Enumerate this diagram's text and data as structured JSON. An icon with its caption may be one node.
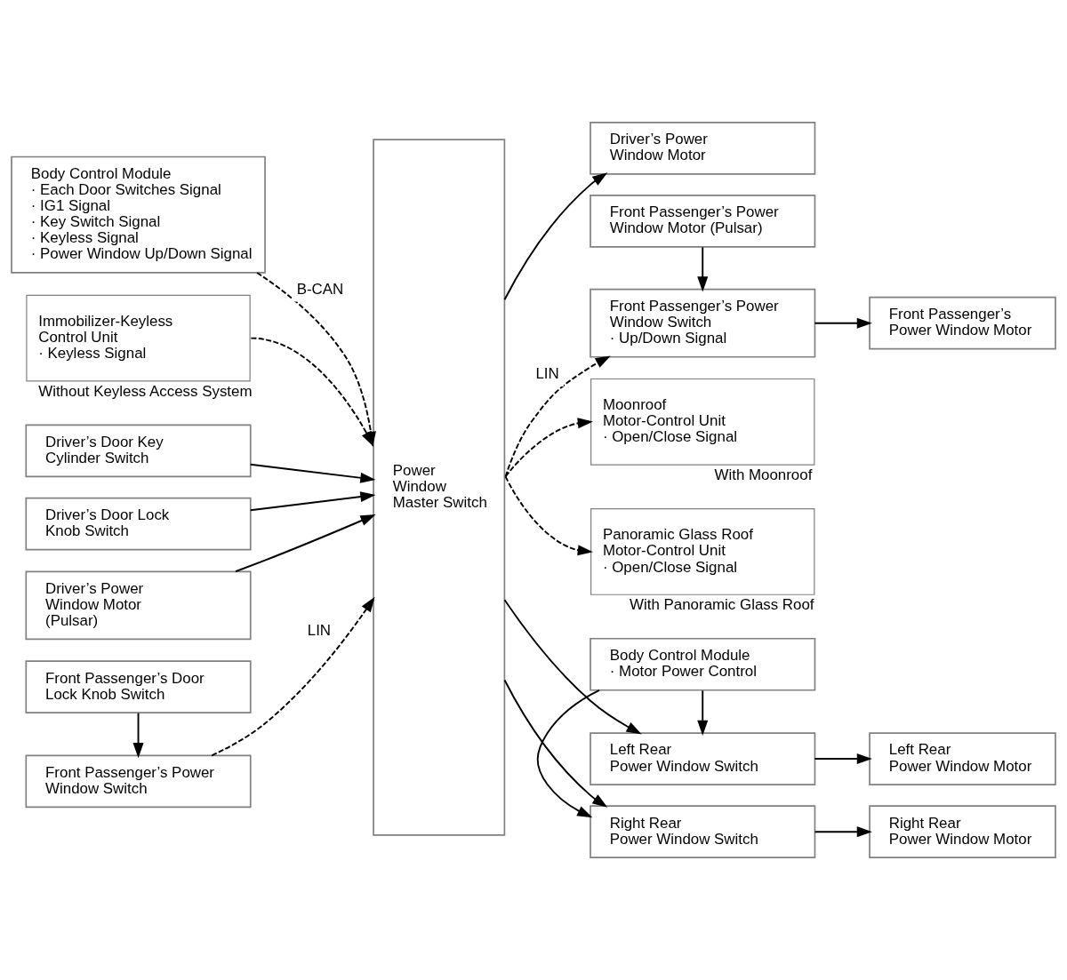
{
  "diagram": {
    "nodes": [
      {
        "text": [
          "Body Control Module",
          "· Each Door Switches Signal",
          "· IG1 Signal",
          "· Key Switch Signal",
          "· Keyless Signal",
          "· Power Window Up/Down Signal"
        ]
      },
      {
        "text": [
          "Immobilizer-Keyless Control Unit",
          "· Keyless Signal"
        ],
        "beside": [
          "Without Keyless Access System"
        ]
      },
      {
        "text": [
          "Driver’s Door Key Cylinder Switch"
        ]
      },
      {
        "text": [
          "Driver’s Door Lock Knob Switch"
        ]
      },
      {
        "text": [
          "Driver’s Power Window Motor (Pulsar)"
        ]
      },
      {
        "text": [
          "Front Passenger’s Door Lock Knob Switch"
        ]
      },
      {
        "text": [
          "Front Passenger’s Power Window Switch"
        ]
      },
      {
        "text": [
          "Power Window Master Switch"
        ]
      },
      {
        "text": [
          "Driver’s Power Window Motor"
        ]
      },
      {
        "text": [
          "Front Passenger’s Power Window Motor (Pulsar)"
        ]
      },
      {
        "text": [
          "Front Passenger’s Power Window Switch",
          "· Up/Down Signal"
        ]
      },
      {
        "text": [
          "Front Passenger’s Power Window Motor"
        ]
      },
      {
        "text": [
          "Moonroof Motor-Control Unit",
          "· Open/Close Signal"
        ],
        "beside": [
          "With Moonroof"
        ]
      },
      {
        "text": [
          "Panoramic Glass Roof Motor-Control Unit",
          "· Open/Close Signal"
        ],
        "beside": [
          "With Panoramic Glass Roof"
        ]
      },
      {
        "text": [
          "Body Control Module",
          "· Motor Power Control"
        ]
      },
      {
        "text": [
          "Left Rear Power Window Switch"
        ]
      },
      {
        "text": [
          "Left Rear Power Window Motor"
        ]
      },
      {
        "text": [
          "Right Rear Power Window Switch"
        ]
      },
      {
        "text": [
          "Right Rear Power Window Motor"
        ]
      }
    ],
    "edges": [
      {
        "from": 0,
        "to": 7,
        "arrow": "to",
        "style": "dashed",
        "label": "B-CAN"
      },
      {
        "from": 1,
        "to": 7,
        "arrow": "to",
        "style": "dashed"
      },
      {
        "from": 2,
        "to": 7,
        "arrow": "to"
      },
      {
        "from": 3,
        "to": 7,
        "arrow": "to"
      },
      {
        "from": 4,
        "to": 7,
        "arrow": "to"
      },
      {
        "from": 5,
        "to": 6,
        "arrow": "to"
      },
      {
        "from": 6,
        "to": 7,
        "arrow": "to",
        "style": "dashed",
        "label": "LIN"
      },
      {
        "from": 7,
        "to": 8,
        "arrow": "to"
      },
      {
        "from": 9,
        "to": 10,
        "arrow": "to"
      },
      {
        "from": 7,
        "to": 10,
        "arrow": "to",
        "style": "dashed",
        "label": "LIN"
      },
      {
        "from": 10,
        "to": 11,
        "arrow": "to"
      },
      {
        "from": 7,
        "to": 12,
        "arrow": "to",
        "style": "dashed"
      },
      {
        "from": 7,
        "to": 13,
        "arrow": "to",
        "style": "dashed"
      },
      {
        "from": 14,
        "to": 15,
        "arrow": "to"
      },
      {
        "from": 7,
        "to": 15,
        "arrow": "to"
      },
      {
        "from": 15,
        "to": 16,
        "arrow": "to"
      },
      {
        "from": 14,
        "to": 17,
        "arrow": "to"
      },
      {
        "from": 7,
        "to": 17,
        "arrow": "to"
      },
      {
        "from": 17,
        "to": 18,
        "arrow": "to"
      }
    ]
  }
}
